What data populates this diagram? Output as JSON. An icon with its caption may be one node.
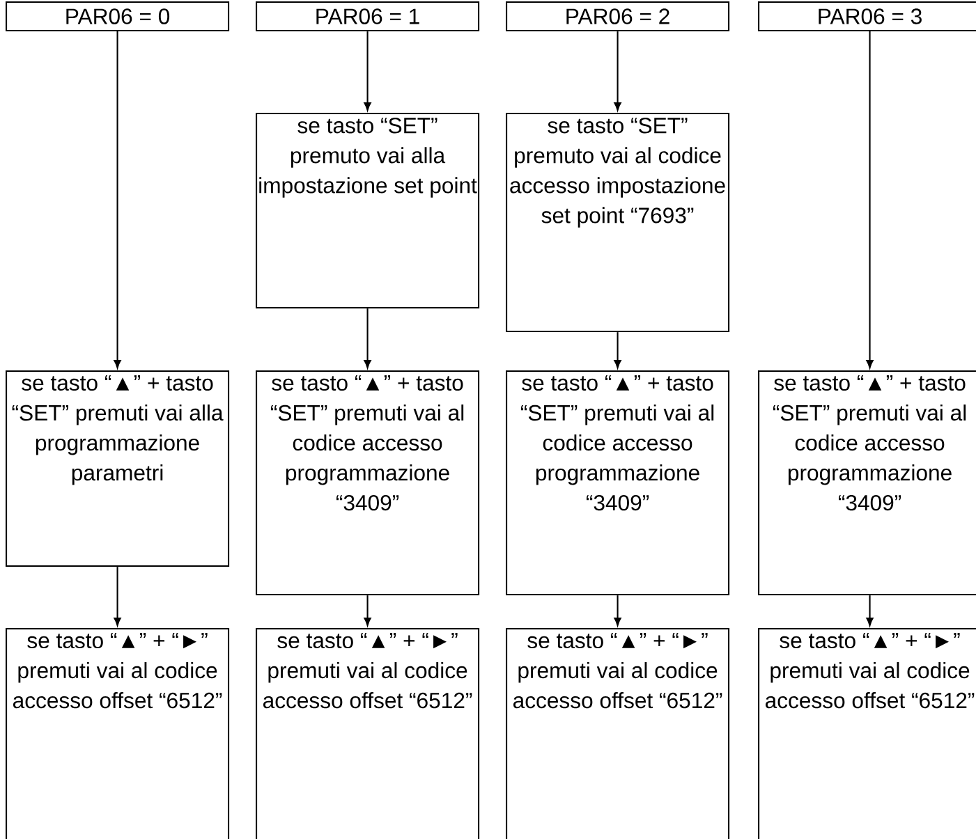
{
  "diagram": {
    "nodes": [
      {
        "text": [
          "PAR06 = 0"
        ]
      },
      {
        "text": [
          "PAR06 = 1"
        ]
      },
      {
        "text": [
          "PAR06 = 2"
        ]
      },
      {
        "text": [
          "PAR06 = 3"
        ]
      },
      {
        "text": [
          "se tasto “SET” premuto vai alla impostazione set point"
        ]
      },
      {
        "text": [
          "se tasto “SET” premuto vai al codice accesso impostazione set point “7693”"
        ]
      },
      {
        "text": [
          "se tasto “▲” + tasto “SET” premuti vai alla programmazione parametri"
        ]
      },
      {
        "text": [
          "se tasto “▲” + tasto “SET” premuti vai al codice accesso programmazione “3409”"
        ]
      },
      {
        "text": [
          "se tasto “▲” + tasto “SET” premuti vai al codice accesso programmazione “3409”"
        ]
      },
      {
        "text": [
          "se tasto “▲” + tasto “SET” premuti vai al codice accesso programmazione “3409”"
        ]
      },
      {
        "text": [
          "se tasto “▲” + “►” premuti vai al codice accesso offset “6512”"
        ]
      },
      {
        "text": [
          "se tasto “▲” + “►” premuti vai al codice accesso offset “6512”"
        ]
      },
      {
        "text": [
          "se tasto “▲” + “►” premuti vai al codice accesso offset “6512”"
        ]
      },
      {
        "text": [
          "se tasto “▲” + “►” premuti vai al codice accesso offset “6512”"
        ]
      }
    ],
    "edges": [
      {
        "from": 0,
        "to": 6,
        "arrow": "to"
      },
      {
        "from": 1,
        "to": 4,
        "arrow": "to"
      },
      {
        "from": 4,
        "to": 7,
        "arrow": "to"
      },
      {
        "from": 2,
        "to": 5,
        "arrow": "to"
      },
      {
        "from": 5,
        "to": 8,
        "arrow": "to"
      },
      {
        "from": 3,
        "to": 9,
        "arrow": "to"
      },
      {
        "from": 6,
        "to": 10,
        "arrow": "to"
      },
      {
        "from": 7,
        "to": 11,
        "arrow": "to"
      },
      {
        "from": 8,
        "to": 12,
        "arrow": "to"
      },
      {
        "from": 9,
        "to": 13,
        "arrow": "to"
      }
    ]
  }
}
